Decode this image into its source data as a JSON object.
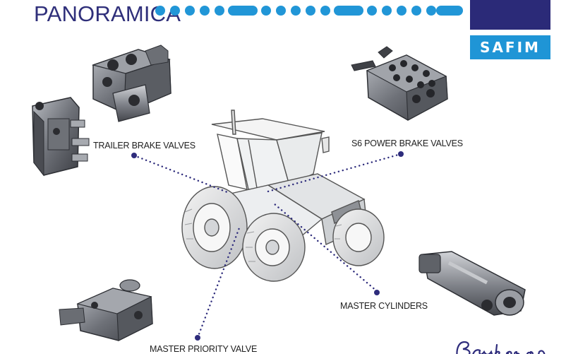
{
  "header": {
    "title": "PANORAMICA"
  },
  "brand": {
    "logo_text": "SAFIM",
    "dark_color": "#2b2a78",
    "accent_color": "#1f95d6"
  },
  "callouts": {
    "trailer_brake_valves": "TRAILER BRAKE VALVES",
    "s6_power_brake_valves": "S6 POWER BRAKE VALVES",
    "master_cylinders": "MASTER CYLINDERS",
    "master_priority_valve": "MASTER PRIORITY VALVE"
  },
  "footer": {
    "signature": "Brakes on"
  },
  "icons": {
    "tractor": "tractor-illustration-icon",
    "trailer_valve": "valve-block-icon",
    "power_valve": "multi-port-valve-icon",
    "cylinder": "cylinder-icon",
    "priority_valve": "priority-valve-icon"
  }
}
